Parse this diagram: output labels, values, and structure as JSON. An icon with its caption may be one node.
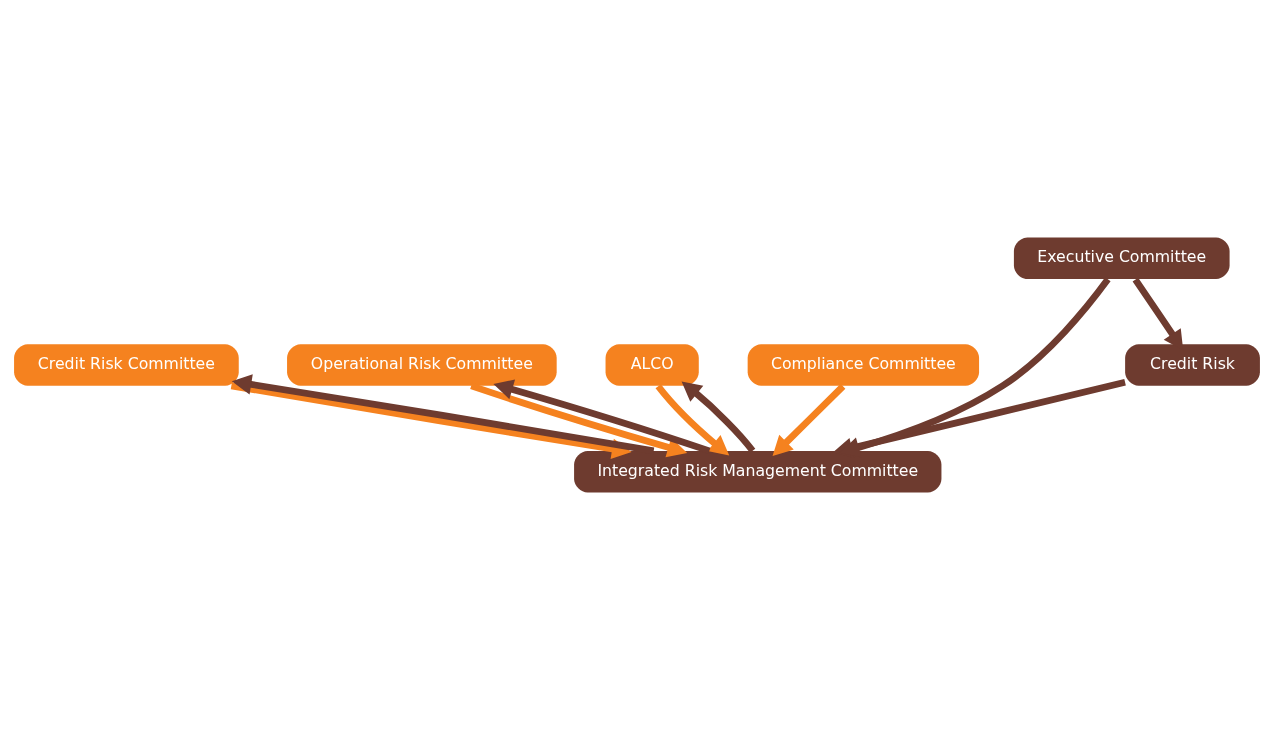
{
  "diagram": {
    "nodes": [
      {
        "text": [
          "Credit Risk Committee"
        ]
      },
      {
        "text": [
          "Operational Risk Committee"
        ]
      },
      {
        "text": [
          "ALCO"
        ]
      },
      {
        "text": [
          "Integrated Risk Management Committee"
        ]
      },
      {
        "text": [
          "Compliance Committee"
        ]
      },
      {
        "text": [
          "Credit Risk"
        ]
      },
      {
        "text": [
          "Executive Committee"
        ]
      }
    ],
    "edges": [
      {
        "from": 0,
        "to": 3,
        "arrow": "to",
        "color": "#f5821f"
      },
      {
        "from": 2,
        "to": 3,
        "arrow": "to",
        "color": "#f5821f"
      },
      {
        "from": 1,
        "to": 3,
        "arrow": "to",
        "color": "#f5821f"
      },
      {
        "from": 4,
        "to": 3,
        "arrow": "to",
        "color": "#f5821f"
      },
      {
        "from": 5,
        "to": 3,
        "arrow": "to"
      },
      {
        "from": 6,
        "to": 3,
        "arrow": "to"
      },
      {
        "from": 6,
        "to": 5,
        "arrow": "to"
      },
      {
        "from": 3,
        "to": 0,
        "arrow": "to"
      },
      {
        "from": 3,
        "to": 2,
        "arrow": "to"
      },
      {
        "from": 3,
        "to": 1,
        "arrow": "to"
      }
    ]
  }
}
